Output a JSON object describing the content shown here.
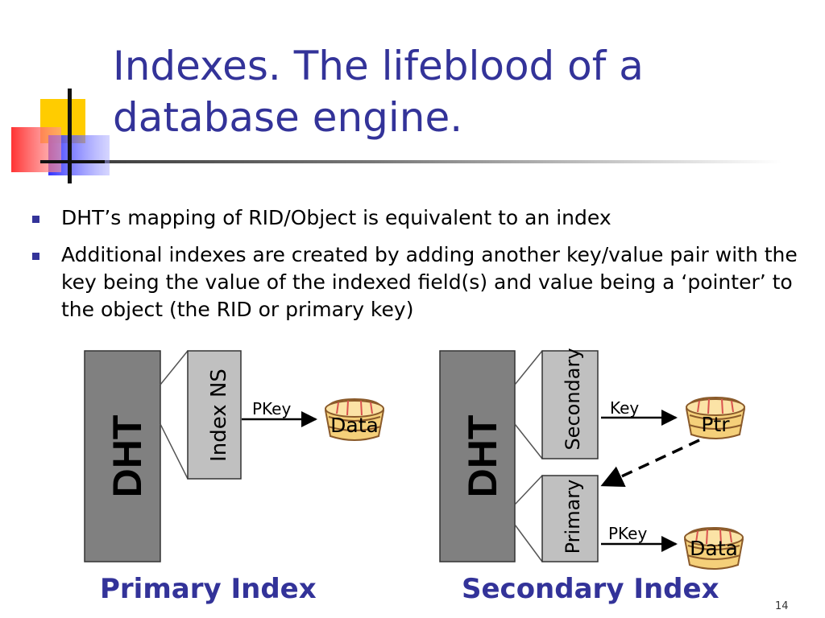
{
  "slide": {
    "title_lines": [
      "Indexes. The lifeblood of a",
      "database engine."
    ],
    "page_number": "14",
    "colors": {
      "title": "#333399",
      "box_dark": "#808080",
      "box_light": "#c0c0c0",
      "logo_yellow": "#ffcc00",
      "logo_red": "#ff3333",
      "logo_blue": "#3333ff"
    }
  },
  "bullets": [
    {
      "text": "DHT’s mapping of RID/Object is equivalent to an index"
    },
    {
      "text": "Additional indexes are created by adding another key/value pair with the key being the value of the indexed field(s) and value being a ‘pointer’ to the object (the RID or primary key)"
    }
  ],
  "diagram": {
    "primary": {
      "dht_label": "DHT",
      "index_label": "Index NS",
      "arrow_label": "PKey",
      "bucket_label": "Data",
      "caption": "Primary Index"
    },
    "secondary": {
      "dht_label": "DHT",
      "secondary_label": "Secondary",
      "primary_label": "Primary",
      "key_label": "Key",
      "ptr_label": "Ptr",
      "pkey_label": "PKey",
      "data_label": "Data",
      "caption": "Secondary Index"
    }
  }
}
